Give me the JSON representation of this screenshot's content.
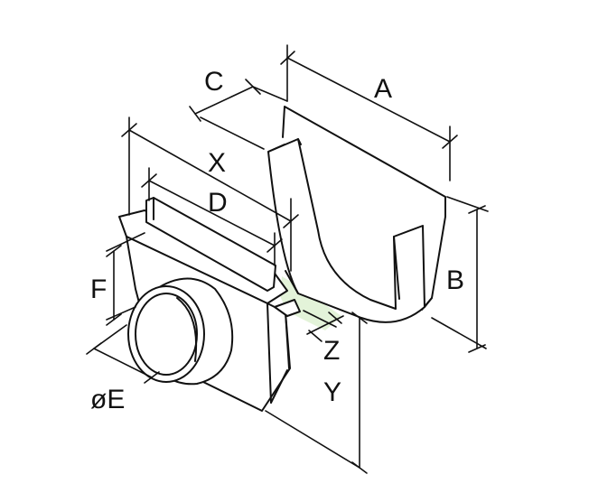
{
  "dimension_labels": {
    "a": "A",
    "b": "B",
    "c": "C",
    "d": "D",
    "e": "øE",
    "f": "F",
    "x": "X",
    "y": "Y",
    "z": "Z"
  },
  "colors": {
    "line": "#111111",
    "highlight": "#e3f3d9",
    "background": "#ffffff"
  }
}
